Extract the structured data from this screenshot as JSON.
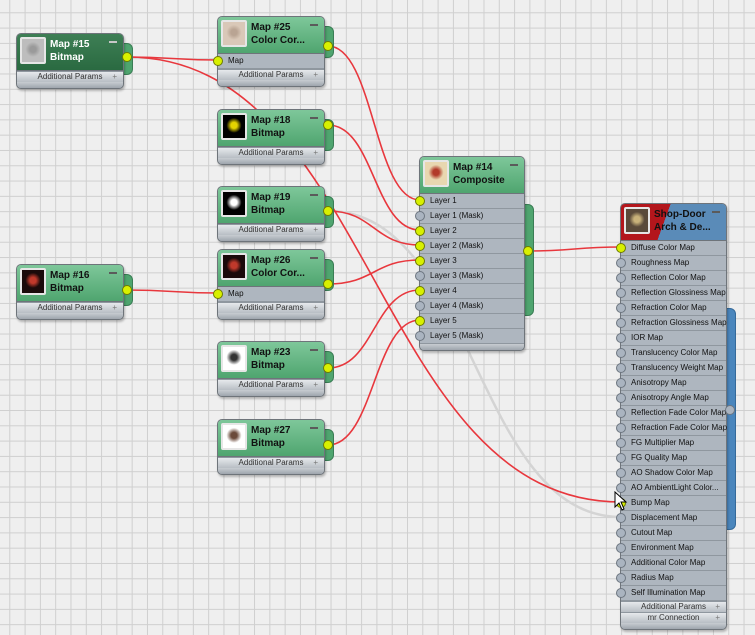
{
  "editor": {
    "title": "Slate Material Editor - View"
  },
  "nodes": [
    {
      "id": "map15",
      "title_line1": "Map #15",
      "title_line2": "Bitmap",
      "sub_bars": [
        "Additional Params"
      ],
      "inputs": [],
      "selected": true,
      "thumb_colors": [
        "#bdbdbd",
        "#9a9a9a"
      ]
    },
    {
      "id": "map25",
      "title_line1": "Map #25",
      "title_line2": "Color  Cor...",
      "sub_bars": [
        "Additional Params"
      ],
      "inputs": [
        {
          "label": "Map",
          "connected": true
        }
      ],
      "thumb_colors": [
        "#d9c8b8",
        "#b9a493"
      ]
    },
    {
      "id": "map18",
      "title_line1": "Map #18",
      "title_line2": "Bitmap",
      "sub_bars": [
        "Additional Params"
      ],
      "inputs": [],
      "thumb_colors": [
        "#000000",
        "#e4d400"
      ]
    },
    {
      "id": "map19",
      "title_line1": "Map #19",
      "title_line2": "Bitmap",
      "sub_bars": [
        "Additional Params"
      ],
      "inputs": [],
      "thumb_colors": [
        "#000000",
        "#ffffff"
      ]
    },
    {
      "id": "map26",
      "title_line1": "Map #26",
      "title_line2": "Color  Cor...",
      "sub_bars": [
        "Additional Params"
      ],
      "inputs": [
        {
          "label": "Map",
          "connected": true
        }
      ],
      "thumb_colors": [
        "#1a0a0a",
        "#c0392b"
      ]
    },
    {
      "id": "map16",
      "title_line1": "Map #16",
      "title_line2": "Bitmap",
      "sub_bars": [
        "Additional Params"
      ],
      "inputs": [],
      "thumb_colors": [
        "#1a0a0a",
        "#c0392b"
      ]
    },
    {
      "id": "map23",
      "title_line1": "Map #23",
      "title_line2": "Bitmap",
      "sub_bars": [
        "Additional Params"
      ],
      "inputs": [],
      "thumb_colors": [
        "#ffffff",
        "#333333"
      ]
    },
    {
      "id": "map27",
      "title_line1": "Map #27",
      "title_line2": "Bitmap",
      "sub_bars": [
        "Additional Params"
      ],
      "inputs": [],
      "thumb_colors": [
        "#ffffff",
        "#6b4a3a"
      ]
    },
    {
      "id": "map14",
      "title_line1": "Map #14",
      "title_line2": "Composite",
      "sub_bars": [],
      "inputs": [
        {
          "label": "Layer 1",
          "connected": true
        },
        {
          "label": "Layer 1 (Mask)",
          "connected": false
        },
        {
          "label": "Layer 2",
          "connected": true
        },
        {
          "label": "Layer 2 (Mask)",
          "connected": true
        },
        {
          "label": "Layer 3",
          "connected": true
        },
        {
          "label": "Layer 3 (Mask)",
          "connected": false
        },
        {
          "label": "Layer 4",
          "connected": true
        },
        {
          "label": "Layer 4 (Mask)",
          "connected": false
        },
        {
          "label": "Layer 5",
          "connected": true
        },
        {
          "label": "Layer 5 (Mask)",
          "connected": false
        }
      ],
      "thumb_colors": [
        "#e8d7b0",
        "#b23a2a"
      ]
    },
    {
      "id": "material",
      "title_line1": "Shop-Door",
      "title_line2": "Arch & De...",
      "sub_bars": [
        "Additional Params",
        "mr Connection"
      ],
      "inputs": [
        {
          "label": "Diffuse Color Map",
          "connected": true
        },
        {
          "label": "Roughness Map",
          "connected": false
        },
        {
          "label": "Reflection Color Map",
          "connected": false
        },
        {
          "label": "Reflection Glossiness Map",
          "connected": false
        },
        {
          "label": "Refraction Color Map",
          "connected": false
        },
        {
          "label": "Refraction Glossiness Map",
          "connected": false
        },
        {
          "label": "IOR Map",
          "connected": false
        },
        {
          "label": "Translucency Color Map",
          "connected": false
        },
        {
          "label": "Translucency Weight Map",
          "connected": false
        },
        {
          "label": "Anisotropy Map",
          "connected": false
        },
        {
          "label": "Anisotropy Angle Map",
          "connected": false
        },
        {
          "label": "Reflection Fade Color Map",
          "connected": false
        },
        {
          "label": "Refraction Fade Color Map",
          "connected": false
        },
        {
          "label": "FG Multiplier Map",
          "connected": false
        },
        {
          "label": "FG Quality Map",
          "connected": false
        },
        {
          "label": "AO Shadow Color Map",
          "connected": false
        },
        {
          "label": "AO AmbientLight Color...",
          "connected": false
        },
        {
          "label": "Bump Map",
          "connected": true
        },
        {
          "label": "Displacement Map",
          "connected": false
        },
        {
          "label": "Cutout Map",
          "connected": false
        },
        {
          "label": "Environment Map",
          "connected": false
        },
        {
          "label": "Additional Color Map",
          "connected": false
        },
        {
          "label": "Radius Map",
          "connected": false
        },
        {
          "label": "Self Illumination Map",
          "connected": false
        }
      ],
      "thumb_colors": [
        "#5a4a3a",
        "#c9b27a"
      ]
    }
  ],
  "wires": [
    {
      "from": "map15",
      "to": "map25",
      "to_input": "Map",
      "color": "#e8373d"
    },
    {
      "from": "map15",
      "to": "material",
      "to_input": "Bump Map",
      "color": "#e8373d"
    },
    {
      "from": "map19",
      "to": "material",
      "to_input": "Displacement Map",
      "color": "#d4d4d4"
    },
    {
      "from": "map25",
      "to": "map14",
      "to_input": "Layer 1",
      "color": "#e8373d"
    },
    {
      "from": "map18",
      "to": "map14",
      "to_input": "Layer 2",
      "color": "#e8373d"
    },
    {
      "from": "map19",
      "to": "map14",
      "to_input": "Layer 2 (Mask)",
      "color": "#e8373d"
    },
    {
      "from": "map16",
      "to": "map26",
      "to_input": "Map",
      "color": "#e8373d"
    },
    {
      "from": "map26",
      "to": "map14",
      "to_input": "Layer 3",
      "color": "#e8373d"
    },
    {
      "from": "map23",
      "to": "map14",
      "to_input": "Layer 4",
      "color": "#e8373d"
    },
    {
      "from": "map27",
      "to": "map14",
      "to_input": "Layer 5",
      "color": "#e8373d"
    },
    {
      "from": "map14",
      "to": "material",
      "to_input": "Diffuse Color Map",
      "color": "#e8373d"
    }
  ],
  "colors": {
    "socket_connected": "#d8f000",
    "socket_empty": "#aab4c0",
    "map_header": "#5fb07d",
    "material_header_red": "#b3161c",
    "material_header_blue": "#5a8bb8",
    "wire": "#e8373d"
  }
}
